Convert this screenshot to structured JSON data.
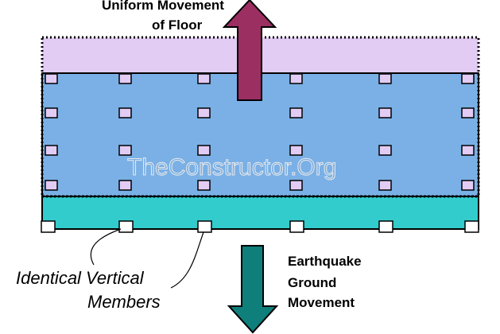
{
  "labels": {
    "floor_top": "Uniform Movement",
    "floor_bottom": "of Floor",
    "quake_line1": "Earthquake",
    "quake_line2": "Ground",
    "quake_line3": "Movement",
    "members_line1": "Identical Vertical",
    "members_line2": "Members",
    "watermark": "TheConstructor.Org"
  },
  "colors": {
    "floor_slab": "#e2ccf4",
    "building_body": "#7ab0e6",
    "ground_slab": "#33cccc",
    "member_square": "#e2ccf4",
    "floor_arrow": "#9b2f62",
    "ground_arrow": "#0f7f7b"
  }
}
